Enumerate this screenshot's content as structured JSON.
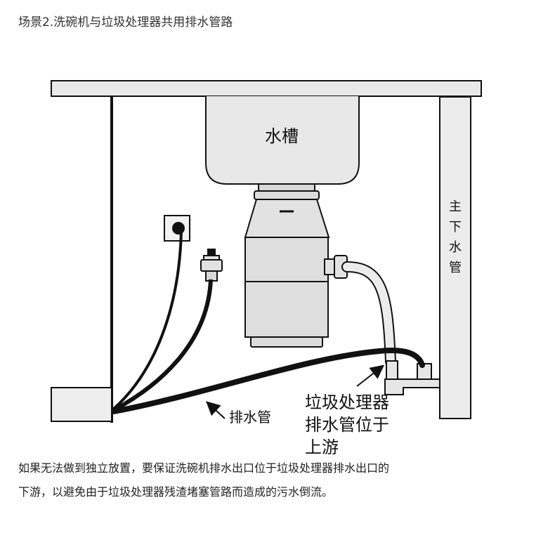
{
  "title": "场景2.洗碗机与垃圾处理器共用排水管路",
  "labels": {
    "sink": "水槽",
    "main_pipe": [
      "主",
      "下",
      "水",
      "管"
    ],
    "drain_hose": "排水管",
    "callout": [
      "垃圾处理器",
      "排水管位于",
      "上游"
    ]
  },
  "note": {
    "line1": "如果无法做到独立放置，要保证洗碗机排水出口位于垃圾处理器排水出口的",
    "line2": "下游，以避免由于垃圾处理器残渣堵塞管路而造成的污水倒流。"
  }
}
